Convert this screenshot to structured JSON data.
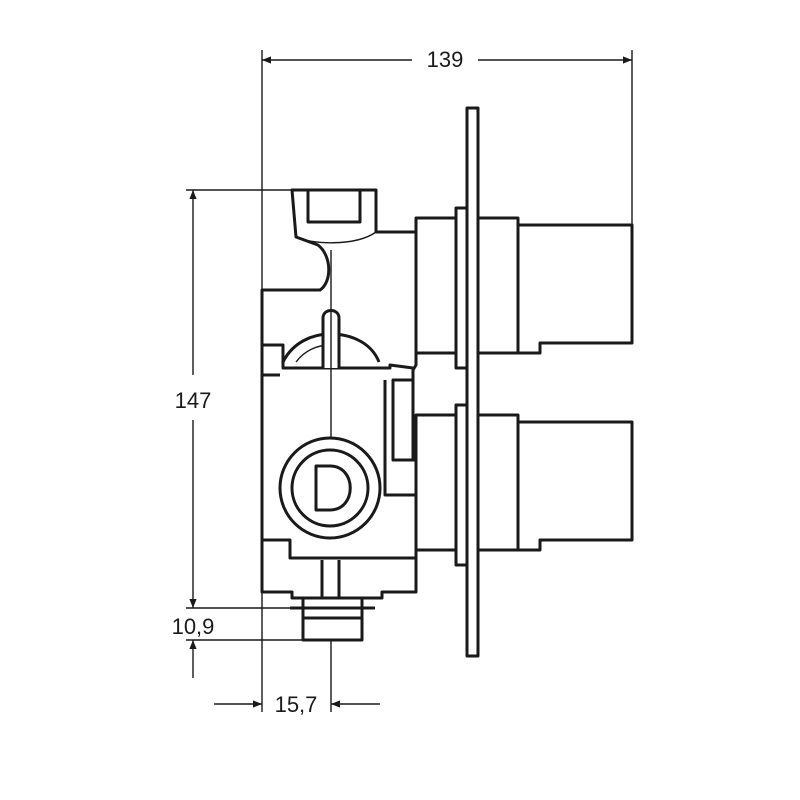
{
  "dimensions": {
    "overall_width": "139",
    "overall_height": "147",
    "outlet_offset_vertical": "10,9",
    "outlet_offset_horizontal": "15,7"
  }
}
